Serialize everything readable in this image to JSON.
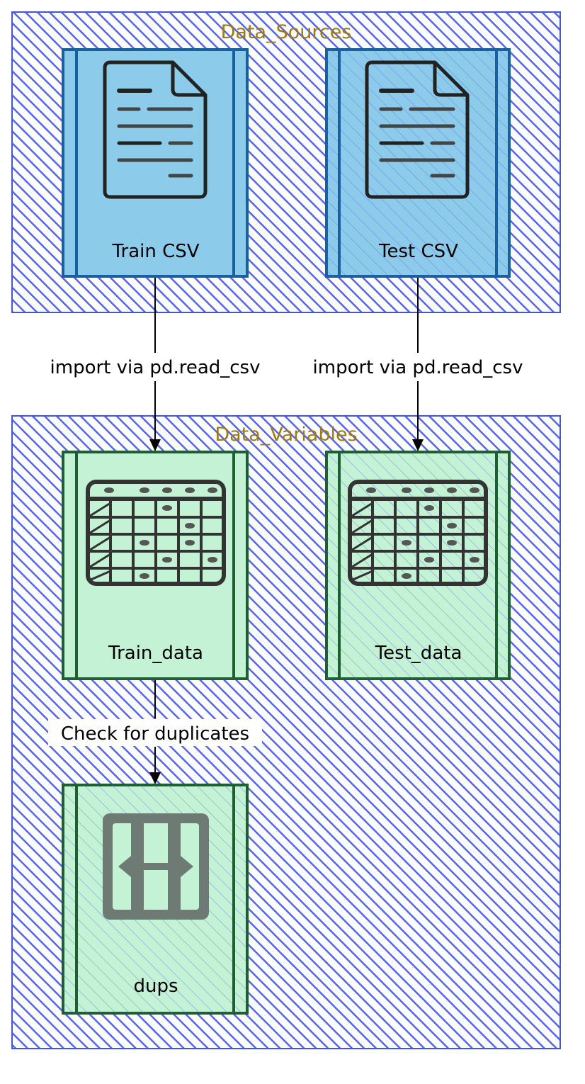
{
  "colors": {
    "cluster_hatch": "#5566ee",
    "cluster_border": "#4455dd",
    "cluster_title": "#a07a10",
    "source_fill": "#8ccbea",
    "source_border": "#1a5fa0",
    "variable_fill": "#c4f2d4",
    "variable_border": "#1e5f32",
    "edge": "#000000"
  },
  "clusters": {
    "data_sources": {
      "title": "Data_Sources"
    },
    "data_variables": {
      "title": "Data_Variables"
    }
  },
  "nodes": {
    "train_csv": {
      "label": "Train CSV",
      "icon": "document-icon"
    },
    "test_csv": {
      "label": "Test CSV",
      "icon": "document-icon"
    },
    "train_data": {
      "label": "Train_data",
      "icon": "table-icon"
    },
    "test_data": {
      "label": "Test_data",
      "icon": "table-icon"
    },
    "dups": {
      "label": "dups",
      "icon": "duplicate-icon"
    }
  },
  "edges": {
    "train_import": {
      "label": "import via pd.read_csv"
    },
    "test_import": {
      "label": "import via pd.read_csv"
    },
    "check_dups": {
      "label": "Check for duplicates"
    }
  }
}
